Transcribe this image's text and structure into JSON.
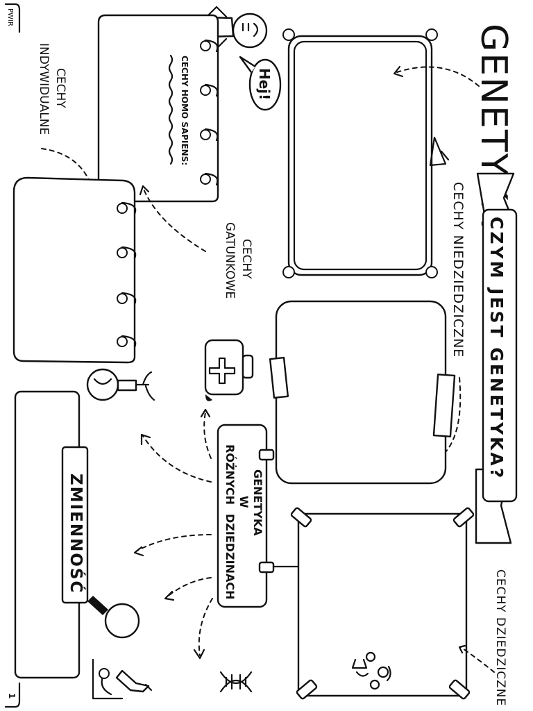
{
  "header": {
    "title": "GENETYKA",
    "question": "CZYM JEST GENETYKA?",
    "speech": "Hej!",
    "brand": "PWIR"
  },
  "labels": {
    "cechy_indywidualne": [
      "CECHY",
      "INDYWIDUALNE"
    ],
    "cechy_homo": "CECHY HOMO SAPIENS:",
    "cechy_gatunkowe": [
      "CECHY",
      "GATUNKOWE"
    ],
    "cechy_niedziedziczne": "CECHY NIEDZIEDZICZNE",
    "cechy_dziedziczne": "CECHY DZIEDZICZNE",
    "zmiennosc": "ZMIENNOŚĆ",
    "genetyka_dziedziny": [
      "GENETYKA",
      "W",
      "RÓŻNYCH",
      "DZIEDZINACH"
    ]
  },
  "footer": {
    "page_number": "1"
  },
  "colors": {
    "ink": "#111111",
    "paper": "#ffffff"
  },
  "icons": [
    "person-icon",
    "speech-bubble-icon",
    "picture-frame-icon",
    "notebook-icon",
    "first-aid-kit-icon",
    "lightbulb-plant-icon",
    "magnifier-icon",
    "microscope-icon",
    "dna-icon",
    "family-icon",
    "scroll-banner-icon"
  ]
}
